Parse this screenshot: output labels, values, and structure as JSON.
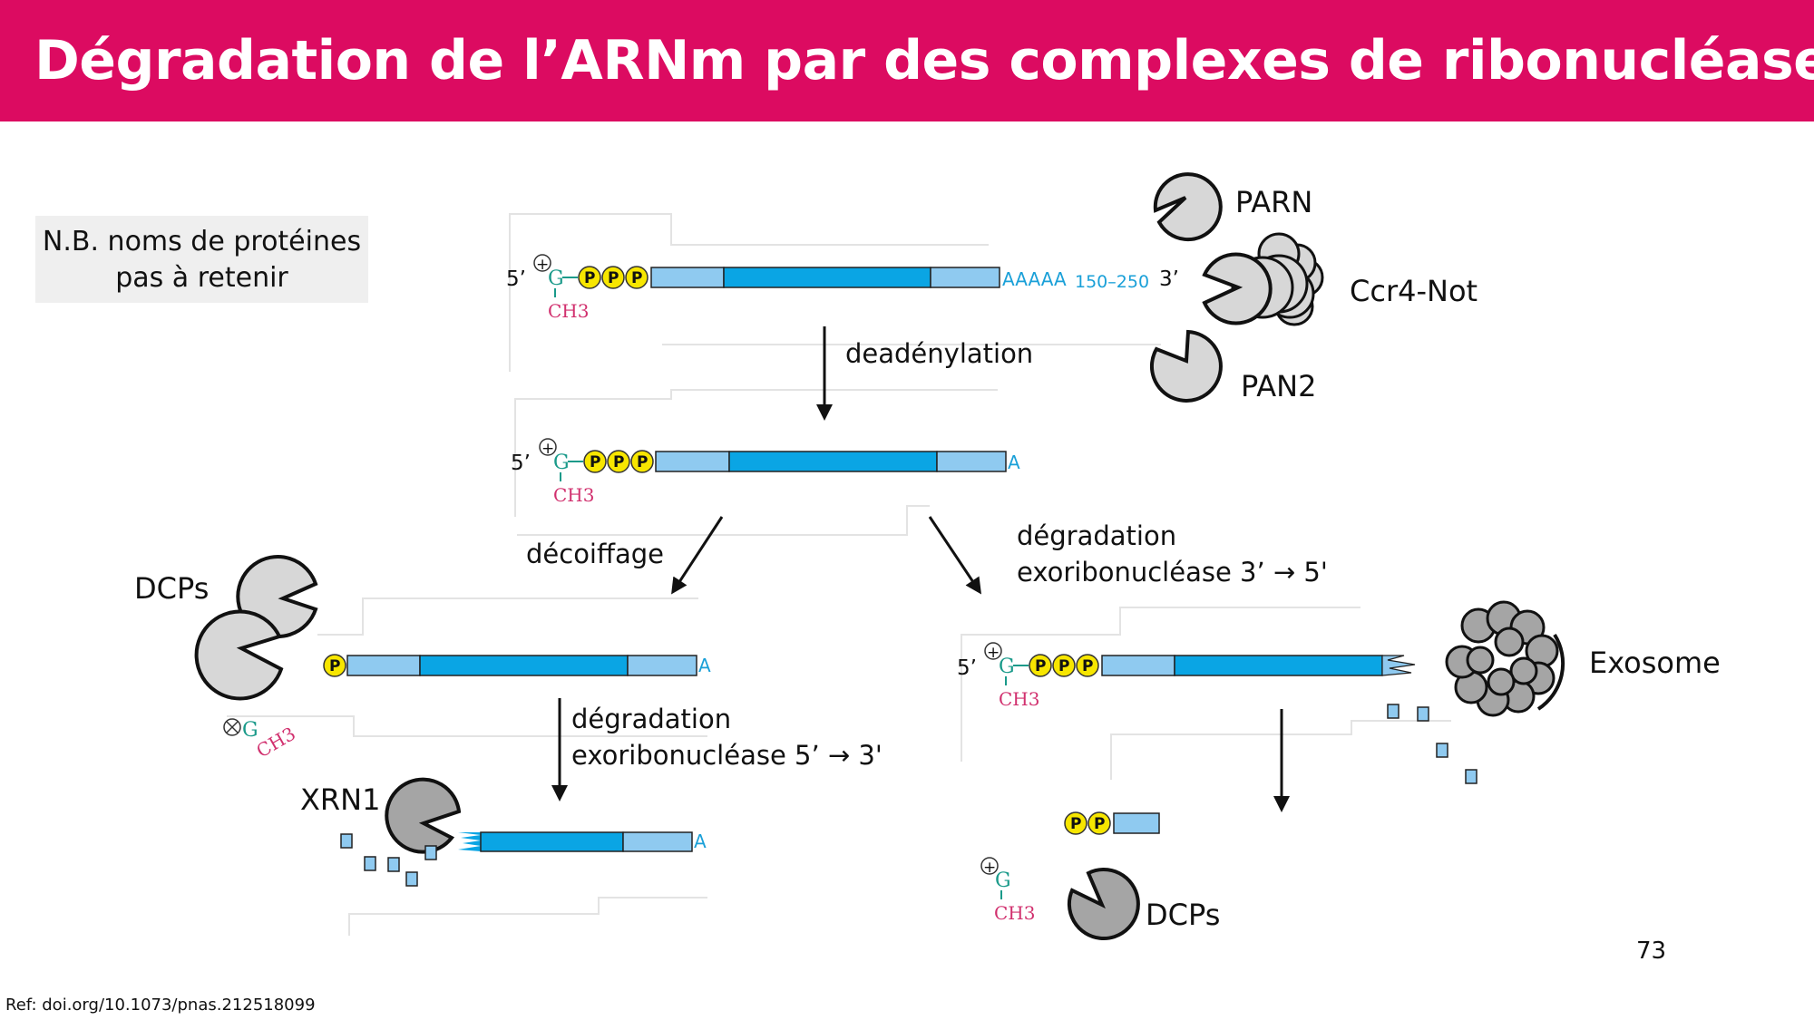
{
  "title": "Dégradation de l’ARNm par des complexes de ribonucléases",
  "note": {
    "line1": "N.B. noms de protéines",
    "line2": "pas à retenir"
  },
  "labels": {
    "five_prime": "5’",
    "three_prime": "3’",
    "guanine": "G",
    "methyl": "CH3",
    "cap_charge": "+",
    "phosphate": "P",
    "polya_tail": "AAAAA",
    "polya_length": "150–250",
    "polya_short": "A",
    "deadenylation": "deadénylation",
    "decapping": "décoiffage",
    "deg_3to5_line1": "dégradation",
    "deg_3to5_line2": "exoribonucléase 3’ → 5'",
    "deg_5to3_line1": "dégradation",
    "deg_5to3_line2": "exoribonucléase 5’ → 3'"
  },
  "enzymes": {
    "parn": "PARN",
    "ccr4_not": "Ccr4-Not",
    "pan2": "PAN2",
    "dcps_left": "DCPs",
    "xrn1": "XRN1",
    "exosome": "Exosome",
    "dcps_bottom": "DCPs"
  },
  "page_number": "73",
  "reference": "Ref: doi.org/10.1073/pnas.212518099",
  "colors": {
    "header": "#dc0b61",
    "utr": "#8fcaf0",
    "cds": "#0aa5e4",
    "phosphate": "#f7e600",
    "enzyme_light": "#d7d7d7",
    "enzyme_dark": "#a5a5a5",
    "guanine": "#1a9a8a",
    "methyl": "#d1306e",
    "polya": "#1aa0d8"
  }
}
